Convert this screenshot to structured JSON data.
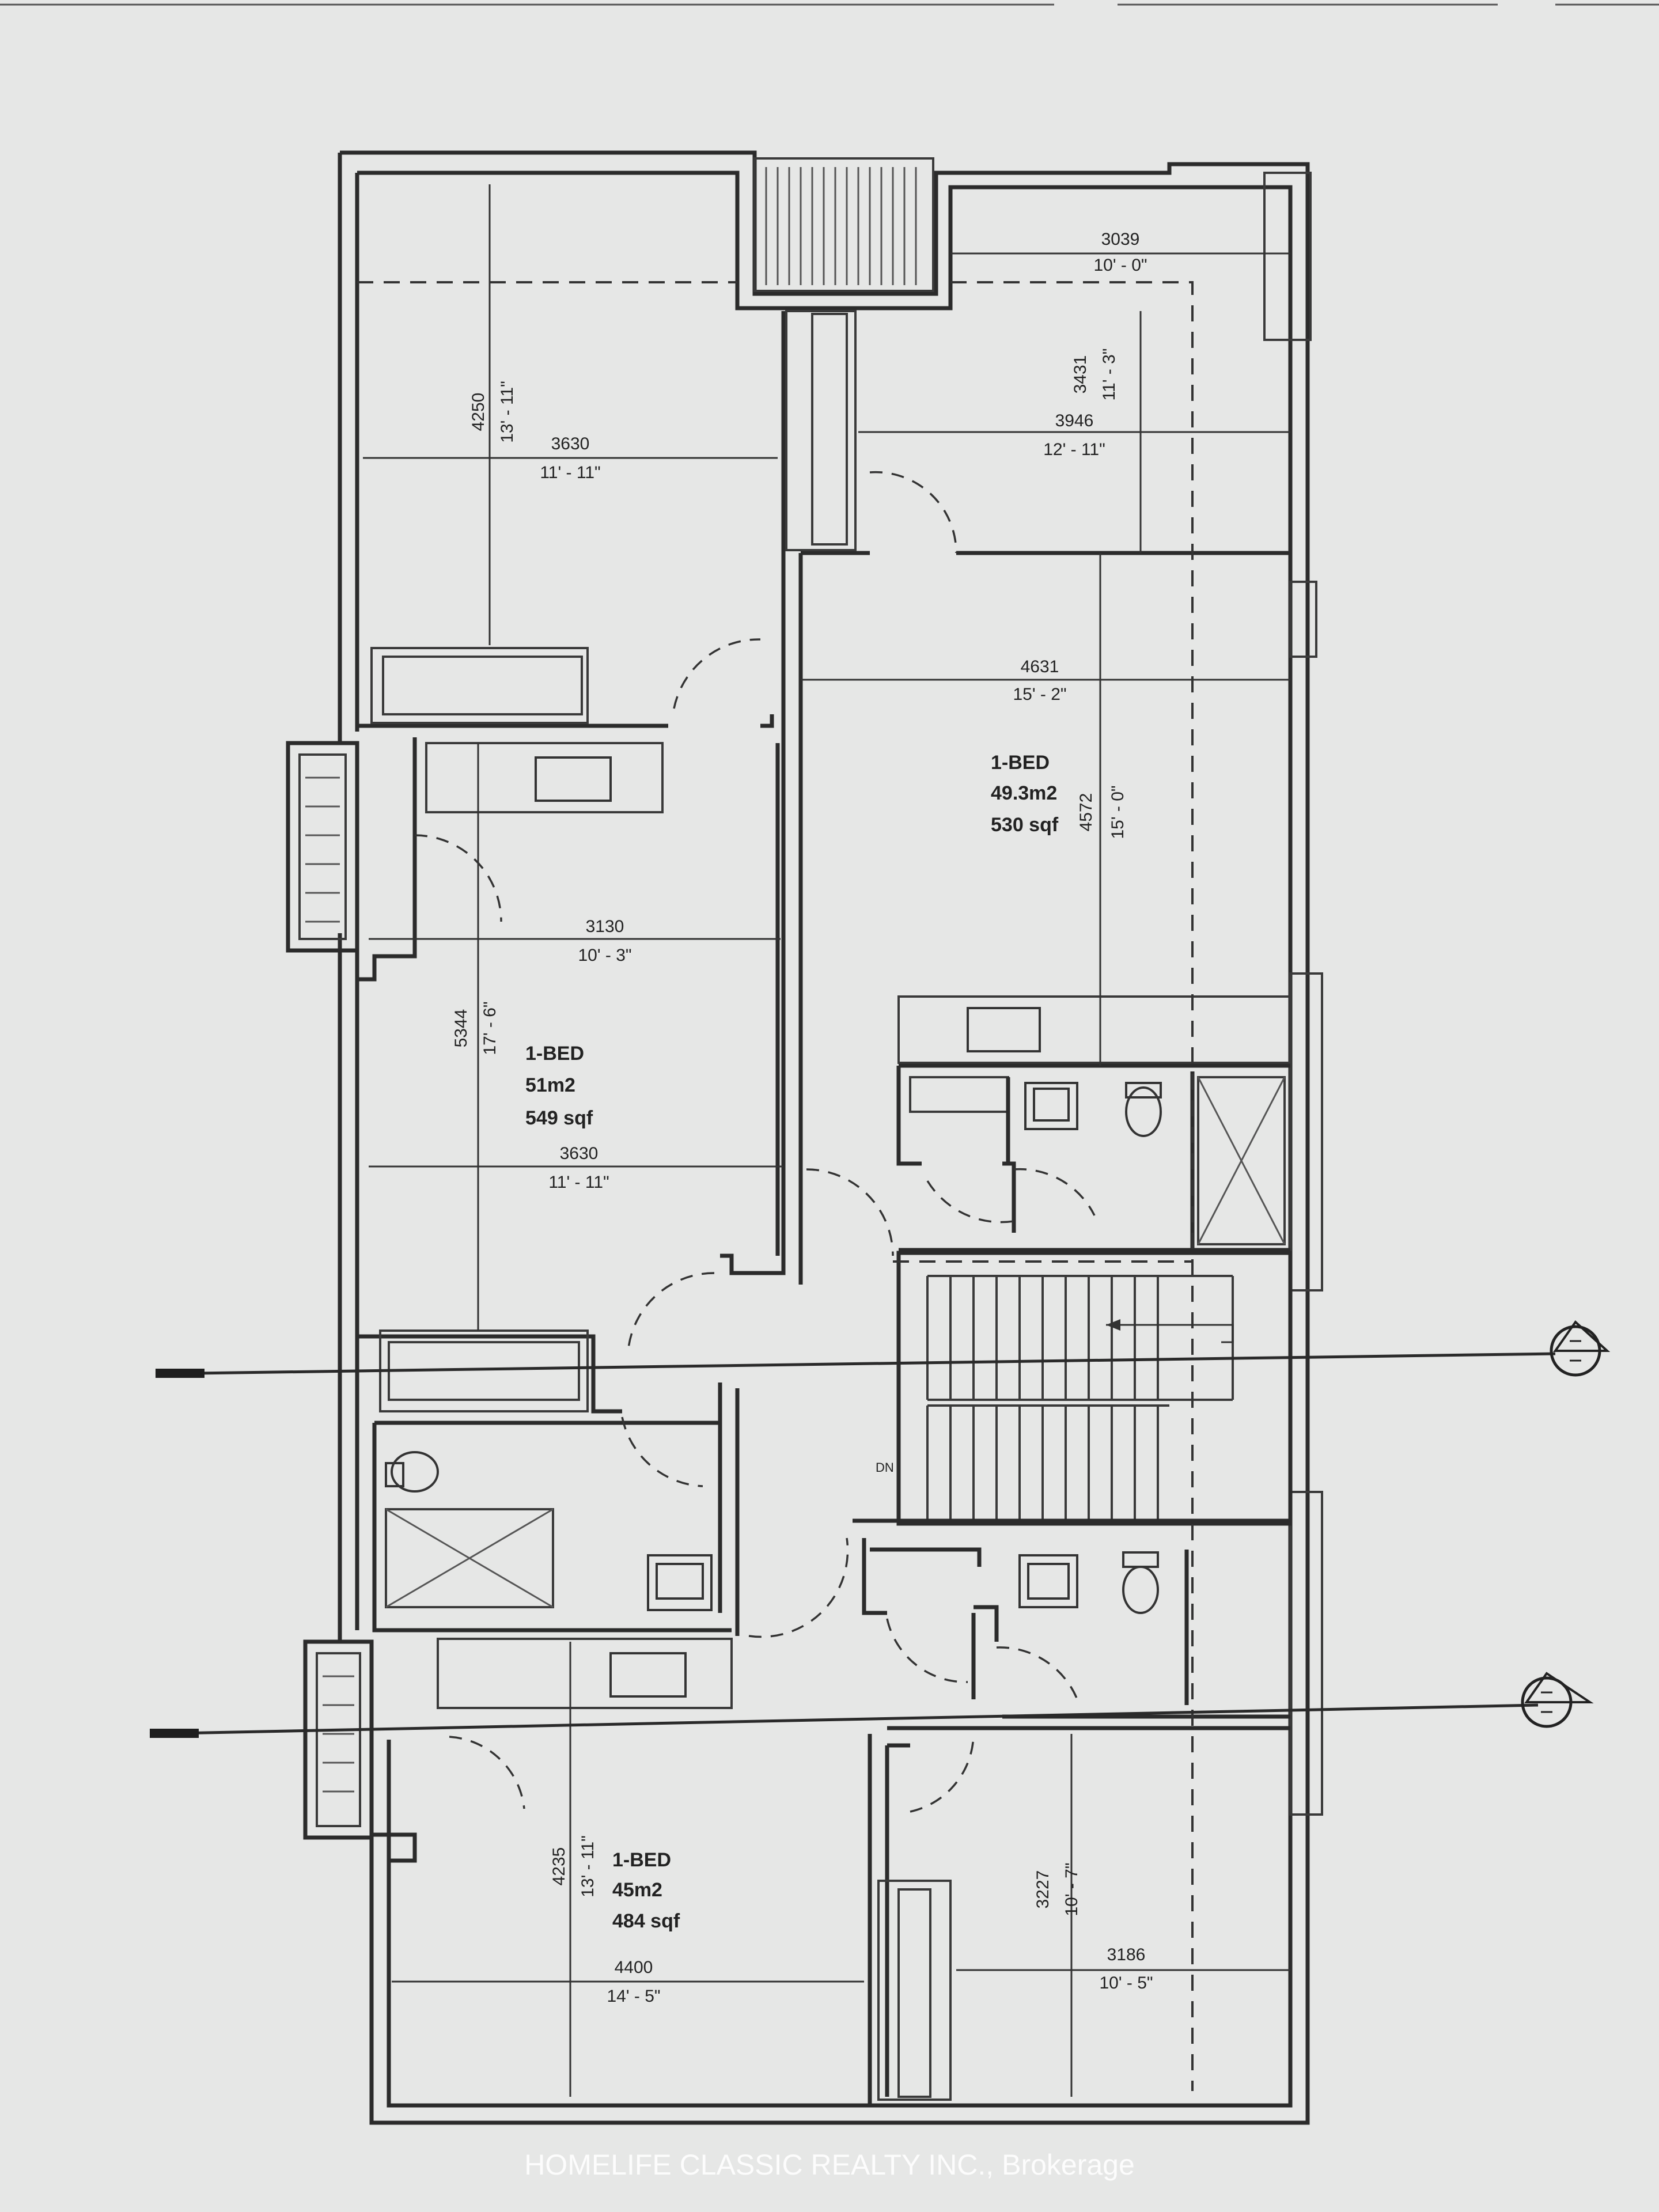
{
  "units": [
    {
      "label": "1-BED",
      "area_m2": "49.3m2",
      "area_sqf": "530 sqf"
    },
    {
      "label": "1-BED",
      "area_m2": "51m2",
      "area_sqf": "549 sqf"
    },
    {
      "label": "1-BED",
      "area_m2": "45m2",
      "area_sqf": "484 sqf"
    }
  ],
  "dimensions": {
    "d1": {
      "mm": "3039",
      "ft": "10' - 0\""
    },
    "d2": {
      "mm": "3431",
      "ft": "11' - 3\""
    },
    "d3": {
      "mm": "3946",
      "ft": "12' - 11\""
    },
    "d4": {
      "mm": "4250",
      "ft": "13' - 11\""
    },
    "d5": {
      "mm": "3630",
      "ft": "11' - 11\""
    },
    "d6": {
      "mm": "4631",
      "ft": "15' - 2\""
    },
    "d7": {
      "mm": "4572",
      "ft": "15' - 0\""
    },
    "d8": {
      "mm": "3130",
      "ft": "10' - 3\""
    },
    "d9": {
      "mm": "5344",
      "ft": "17' - 6\""
    },
    "d10": {
      "mm": "3630",
      "ft": "11' - 11\""
    },
    "d11": {
      "mm": "4235",
      "ft": "13' - 11\""
    },
    "d12": {
      "mm": "4400",
      "ft": "14' - 5\""
    },
    "d13": {
      "mm": "3227",
      "ft": "10' - 7\""
    },
    "d14": {
      "mm": "3186",
      "ft": "10' - 5\""
    }
  },
  "stair_note": "DN",
  "watermark": "HOMELIFE CLASSIC REALTY INC., Brokerage"
}
